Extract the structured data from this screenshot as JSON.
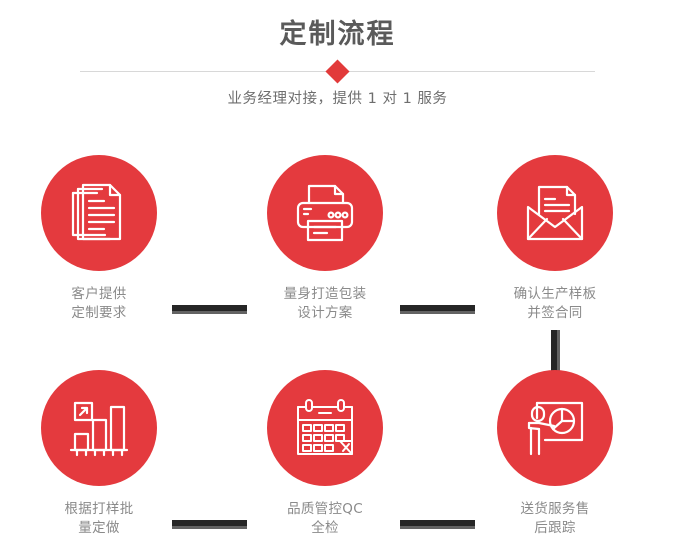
{
  "header": {
    "title": "定制流程",
    "subtitle": "业务经理对接，提供 1 对 1 服务"
  },
  "colors": {
    "accent_red": "#e43a3e",
    "diamond_red": "#e23a3a",
    "title_gray": "#5a5a5a",
    "subtitle_gray": "#6e6e6e",
    "label_gray": "#8a8a8a",
    "connector_dark": "#262626",
    "connector_shadow": "#636363",
    "divider_gray": "#d8d8d8"
  },
  "flow": {
    "steps": [
      {
        "id": "step-1",
        "icon": "documents-stack-icon",
        "label": "客户提供\n定制要求"
      },
      {
        "id": "step-2",
        "icon": "printer-icon",
        "label": "量身打造包装\n设计方案"
      },
      {
        "id": "step-3",
        "icon": "envelope-letter-icon",
        "label": "确认生产样板\n并签合同"
      },
      {
        "id": "step-4",
        "icon": "bar-chart-growth-icon",
        "label": "根据打样批\n量定做"
      },
      {
        "id": "step-5",
        "icon": "calendar-icon",
        "label": "品质管控QC\n全检"
      },
      {
        "id": "step-6",
        "icon": "presentation-person-icon",
        "label": "送货服务售\n后跟踪"
      }
    ]
  }
}
